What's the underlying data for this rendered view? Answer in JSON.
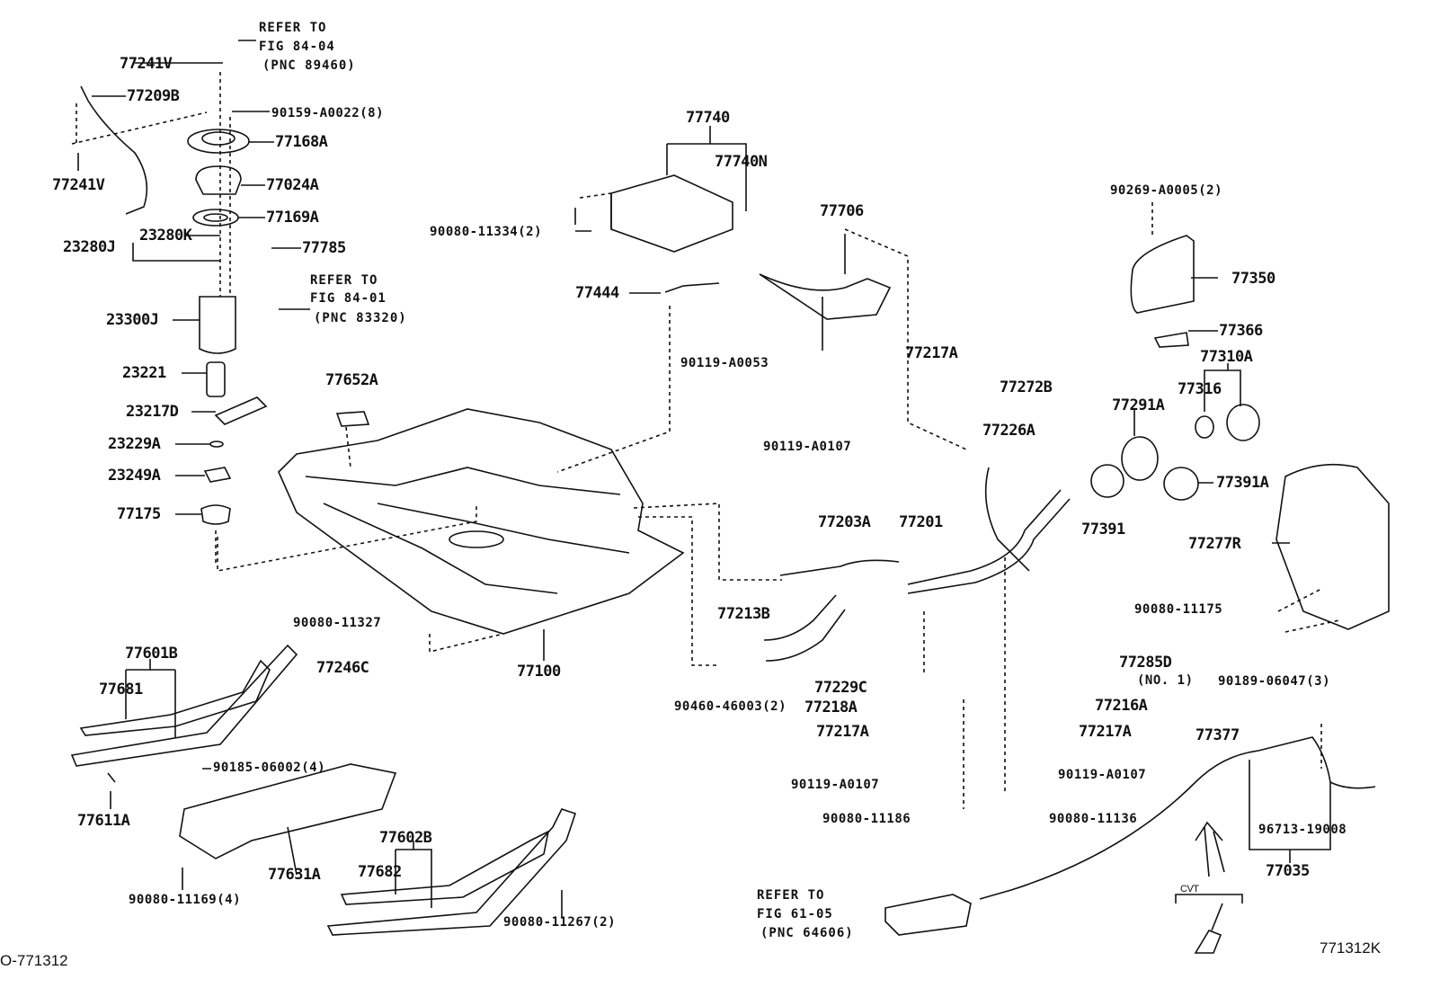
{
  "diagram_id_left": "O-771312",
  "diagram_id_right": "771312K",
  "labels": [
    "REFER TO",
    "FIG 84-04",
    "(PNC 89460)",
    "77241V",
    "77209B",
    "90159-A0022(8)",
    "77168A",
    "77241V",
    "77024A",
    "77169A",
    "23280K",
    "23280J",
    "77785",
    "REFER TO",
    "FIG 84-01",
    "(PNC 83320)",
    "23300J",
    "23221",
    "23217D",
    "23229A",
    "23249A",
    "77175",
    "77652A",
    "77740",
    "77740N",
    "90080-11334(2)",
    "77706",
    "77444",
    "90119-A0053",
    "90269-A0005(2)",
    "77350",
    "77366",
    "77310A",
    "77316",
    "77291A",
    "77217A",
    "77272B",
    "77226A",
    "90119-A0107",
    "77391A",
    "77391",
    "77277R",
    "77203A",
    "77201",
    "77213B",
    "90080-11175",
    "90080-11327",
    "77601B",
    "77681",
    "77246C",
    "77100",
    "77285D",
    "(NO. 1)",
    "90189-06047(3)",
    "90460-46003(2)",
    "77229C",
    "77218A",
    "77216A",
    "77217A",
    "77217A",
    "77377",
    "90185-06002(4)",
    "90119-A0107",
    "90119-A0107",
    "90080-11186",
    "90080-11136",
    "96713-19008",
    "77611A",
    "77602B",
    "77682",
    "77631A",
    "77035",
    "90080-11169(4)",
    "REFER TO",
    "FIG 61-05",
    "(PNC 64606)",
    "90080-11267(2)",
    "CVT"
  ],
  "colors": {
    "ink": "#111111",
    "background": "#ffffff"
  }
}
